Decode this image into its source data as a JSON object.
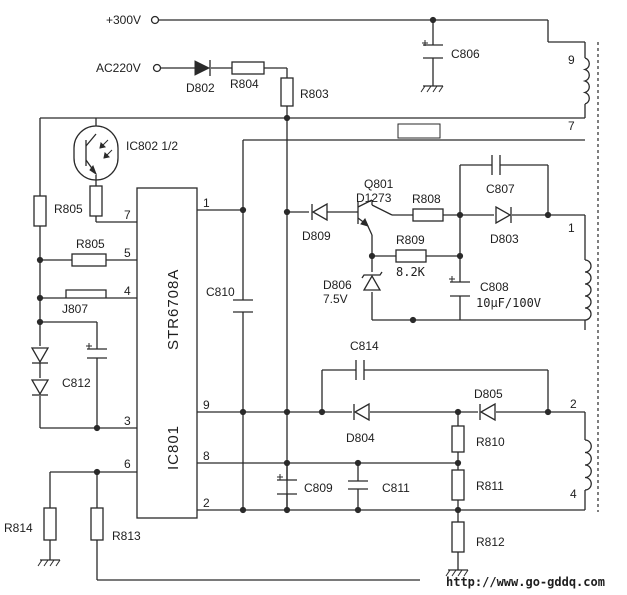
{
  "nets": {
    "supply": "+300V",
    "ac_input": "AC220V"
  },
  "ic": {
    "ref": "IC801",
    "part": "STR6708A",
    "pins": [
      "1",
      "7",
      "5",
      "4",
      "3",
      "9",
      "8",
      "6",
      "2"
    ]
  },
  "optocoupler": {
    "ref": "IC802 1/2"
  },
  "transistor": {
    "ref": "Q801",
    "part": "D1273"
  },
  "diodes": [
    {
      "ref": "D802"
    },
    {
      "ref": "D809"
    },
    {
      "ref": "D803"
    },
    {
      "ref": "D804"
    },
    {
      "ref": "D805"
    },
    {
      "ref": "D806",
      "value": "7.5V"
    }
  ],
  "resistors": [
    {
      "ref": "R804"
    },
    {
      "ref": "R803"
    },
    {
      "ref": "R805"
    },
    {
      "ref": "R805"
    },
    {
      "ref": "R808"
    },
    {
      "ref": "R809",
      "value": "8.2K"
    },
    {
      "ref": "R810"
    },
    {
      "ref": "R811"
    },
    {
      "ref": "R812"
    },
    {
      "ref": "R813"
    },
    {
      "ref": "R814"
    }
  ],
  "capacitors": [
    {
      "ref": "C806"
    },
    {
      "ref": "C807"
    },
    {
      "ref": "C808",
      "value": "10μF/100V"
    },
    {
      "ref": "C810"
    },
    {
      "ref": "C812"
    },
    {
      "ref": "C814"
    },
    {
      "ref": "C809"
    },
    {
      "ref": "C811"
    }
  ],
  "jumper": {
    "ref": "J807"
  },
  "transformer_pins": [
    "9",
    "7",
    "1",
    "2",
    "4"
  ],
  "watermark": "http://www.go-gddq.com"
}
